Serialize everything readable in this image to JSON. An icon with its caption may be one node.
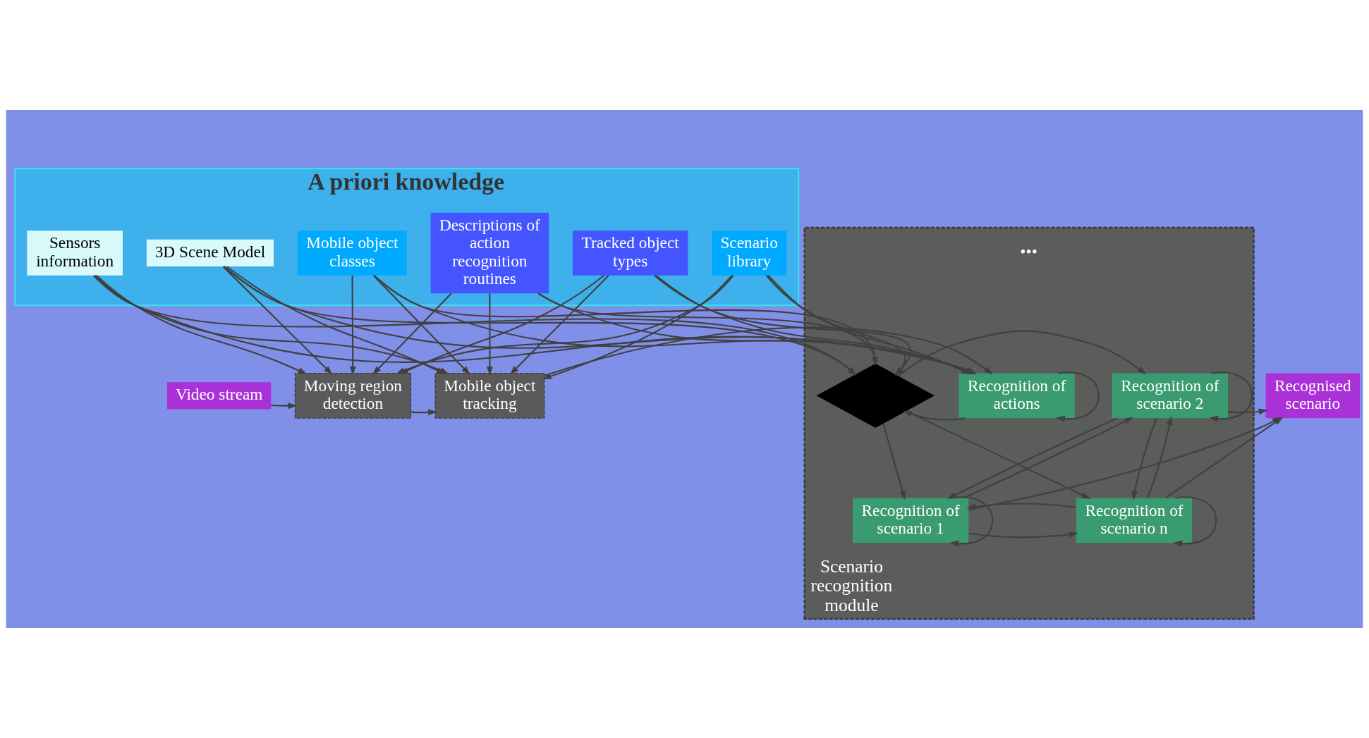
{
  "diagram": {
    "nodes": [
      {
        "text": [
          "A priori knowledge"
        ]
      },
      {
        "text": [
          "Sensors information"
        ],
        "in": 0
      },
      {
        "text": [
          "Mobile object classes"
        ],
        "in": 0
      },
      {
        "text": [
          "Tracked object types"
        ],
        "in": 0
      },
      {
        "text": [
          "3D Scene Model"
        ],
        "in": 0
      },
      {
        "text": [
          "Descriptions of action recognition routines"
        ],
        "in": 0
      },
      {
        "text": [
          "Scenario library"
        ],
        "in": 0
      },
      {
        "text": [
          "Video stream"
        ]
      },
      {
        "text": [
          "Moving region detection"
        ]
      },
      {
        "text": [
          "Mobile object tracking"
        ]
      },
      {
        "text": [
          "Scenario recognition module"
        ]
      },
      {
        "text": [
          "Recognition of actions"
        ],
        "in": 10
      },
      {
        "text": [],
        "shape": "diamond",
        "in": 10
      },
      {
        "text": [
          "Recognition of scenario 1"
        ],
        "in": 10
      },
      {
        "text": [
          "Recognition of scenario 2"
        ],
        "in": 10
      },
      {
        "text": [
          "Recognition of scenario n"
        ],
        "in": 10
      },
      {
        "text": [
          "Recognised scenario"
        ]
      }
    ],
    "edges": [
      {
        "from": 1,
        "to": 8,
        "arrow": "to"
      },
      {
        "from": 2,
        "to": 8,
        "arrow": "to"
      },
      {
        "from": 3,
        "to": 8,
        "arrow": "to"
      },
      {
        "from": 4,
        "to": 8,
        "arrow": "to"
      },
      {
        "from": 5,
        "to": 8,
        "arrow": "to"
      },
      {
        "from": 6,
        "to": 8,
        "arrow": "to"
      },
      {
        "from": 1,
        "to": 9,
        "arrow": "to"
      },
      {
        "from": 2,
        "to": 9,
        "arrow": "to"
      },
      {
        "from": 3,
        "to": 9,
        "arrow": "to"
      },
      {
        "from": 4,
        "to": 9,
        "arrow": "to"
      },
      {
        "from": 5,
        "to": 9,
        "arrow": "to"
      },
      {
        "from": 6,
        "to": 9,
        "arrow": "to"
      },
      {
        "from": 1,
        "to": 11,
        "arrow": "to"
      },
      {
        "from": 2,
        "to": 11,
        "arrow": "to"
      },
      {
        "from": 3,
        "to": 11,
        "arrow": "to"
      },
      {
        "from": 4,
        "to": 11,
        "arrow": "to"
      },
      {
        "from": 5,
        "to": 11,
        "arrow": "to"
      },
      {
        "from": 6,
        "to": 11,
        "arrow": "to"
      },
      {
        "from": 1,
        "to": 12,
        "arrow": "to"
      },
      {
        "from": 2,
        "to": 12,
        "arrow": "to"
      },
      {
        "from": 3,
        "to": 12,
        "arrow": "to"
      },
      {
        "from": 4,
        "to": 12,
        "arrow": "to"
      },
      {
        "from": 5,
        "to": 12,
        "arrow": "to"
      },
      {
        "from": 6,
        "to": 12,
        "arrow": "to"
      },
      {
        "from": 7,
        "to": 8,
        "arrow": "to"
      },
      {
        "from": 8,
        "to": 9,
        "arrow": "to"
      },
      {
        "from": 9,
        "to": 11,
        "arrow": "to"
      },
      {
        "from": 11,
        "to": 12,
        "arrow": "to"
      },
      {
        "from": 11,
        "to": 11,
        "arrow": "to"
      },
      {
        "from": 12,
        "to": 13,
        "arrow": "to"
      },
      {
        "from": 12,
        "to": 14,
        "arrow": "to"
      },
      {
        "from": 12,
        "to": 15,
        "arrow": "to"
      },
      {
        "from": 13,
        "to": 16,
        "arrow": "to"
      },
      {
        "from": 14,
        "to": 16,
        "arrow": "to"
      },
      {
        "from": 15,
        "to": 16,
        "arrow": "to"
      },
      {
        "from": 13,
        "to": 13,
        "arrow": "to"
      },
      {
        "from": 13,
        "to": 14,
        "arrow": "to"
      },
      {
        "from": 13,
        "to": 15,
        "arrow": "to"
      },
      {
        "from": 14,
        "to": 13,
        "arrow": "to"
      },
      {
        "from": 14,
        "to": 14,
        "arrow": "to"
      },
      {
        "from": 14,
        "to": 15,
        "arrow": "to"
      },
      {
        "from": 15,
        "to": 13,
        "arrow": "to"
      },
      {
        "from": 15,
        "to": 14,
        "arrow": "to"
      },
      {
        "from": 15,
        "to": 15,
        "arrow": "to"
      }
    ],
    "labels": [
      "•••"
    ]
  }
}
